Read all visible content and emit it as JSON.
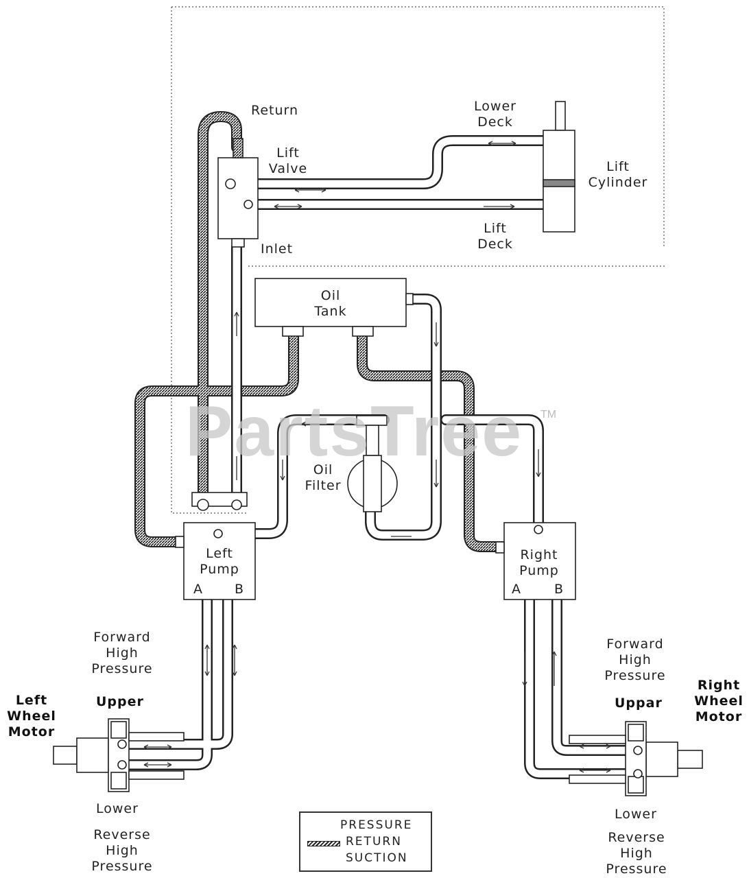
{
  "labels": {
    "return": "Return",
    "lift_valve": [
      "Lift",
      "Valve"
    ],
    "inlet": "Inlet",
    "lower_deck": [
      "Lower",
      "Deck"
    ],
    "lift_cylinder": [
      "Lift",
      "Cylinder"
    ],
    "lift_deck": [
      "Lift",
      "Deck"
    ],
    "oil_tank": [
      "Oil",
      "Tank"
    ],
    "oil_filter": [
      "Oil",
      "Filter"
    ],
    "left_pump": [
      "Left",
      "Pump"
    ],
    "right_pump": [
      "Right",
      "Pump"
    ],
    "port_a": "A",
    "port_b": "B",
    "forward_left": [
      "Forward",
      "High",
      "Pressure"
    ],
    "forward_right": [
      "Forward",
      "High",
      "Pressure"
    ],
    "upper_left": "Upper",
    "upper_right": "Uppar",
    "lower": "Lower",
    "reverse": [
      "Reverse",
      "High",
      "Pressure"
    ],
    "left_wheel_motor": [
      "Left",
      "Wheel",
      "Motor"
    ],
    "right_wheel_motor": [
      "Right",
      "Wheel",
      "Motor"
    ]
  },
  "legend": {
    "pressure": "PRESSURE",
    "return": "RETURN",
    "suction": "SUCTION"
  },
  "watermark": {
    "text": "PartsTree",
    "tm": "TM"
  },
  "colors": {
    "line": "#222222",
    "return_hatch": "#333333",
    "watermark": "#c8c8c8"
  }
}
